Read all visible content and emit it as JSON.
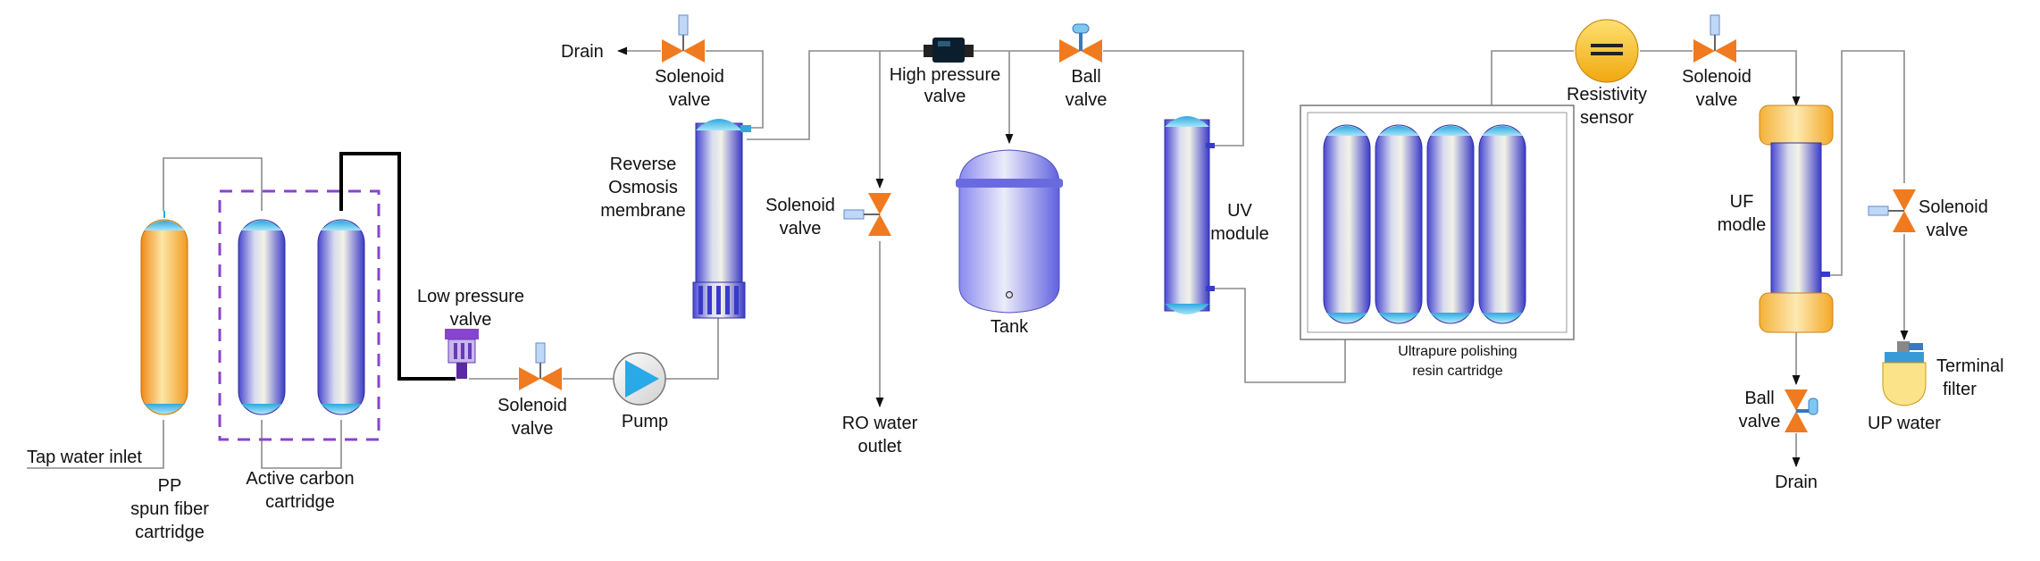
{
  "labels": {
    "tap_water_inlet": "Tap water inlet",
    "pp_cartridge": [
      "PP",
      "spun fiber",
      "cartridge"
    ],
    "active_carbon": [
      "Active carbon",
      "cartridge"
    ],
    "low_pressure_valve": [
      "Low pressure",
      "valve"
    ],
    "solenoid_valve_1": [
      "Solenoid",
      "valve"
    ],
    "pump": "Pump",
    "ro_membrane": [
      "Reverse",
      "Osmosis",
      "membrane"
    ],
    "drain_top": "Drain",
    "solenoid_valve_drain": [
      "Solenoid",
      "valve"
    ],
    "high_pressure_valve": [
      "High pressure",
      "valve"
    ],
    "solenoid_valve_ro": [
      "Solenoid",
      "valve"
    ],
    "ro_water_outlet": [
      "RO water",
      "outlet"
    ],
    "ball_valve_top": [
      "Ball",
      "valve"
    ],
    "tank": "Tank",
    "uv_module": [
      "UV",
      "module"
    ],
    "polishing_resin": [
      "Ultrapure polishing",
      "resin cartridge"
    ],
    "resistivity_sensor": [
      "Resistivity",
      "sensor"
    ],
    "solenoid_valve_uf": [
      "Solenoid",
      "valve"
    ],
    "uf_module": [
      "UF",
      "modle"
    ],
    "solenoid_valve_right": [
      "Solenoid",
      "valve"
    ],
    "ball_valve_bottom": [
      "Ball",
      "valve"
    ],
    "drain_bottom": "Drain",
    "terminal_filter": [
      "Terminal",
      "filter"
    ],
    "up_water": "UP water"
  },
  "colors": {
    "pipe": "#8a8a8a",
    "valve": "#f07a1f",
    "pump": "#29a9e8",
    "cartridge_blue": "#4848d0",
    "cartridge_light": "#f2f2e6",
    "pp_orange": "#f4a330",
    "cap": "#45bde8",
    "frame": "#8844cc",
    "sensor": "#f7c21c"
  }
}
